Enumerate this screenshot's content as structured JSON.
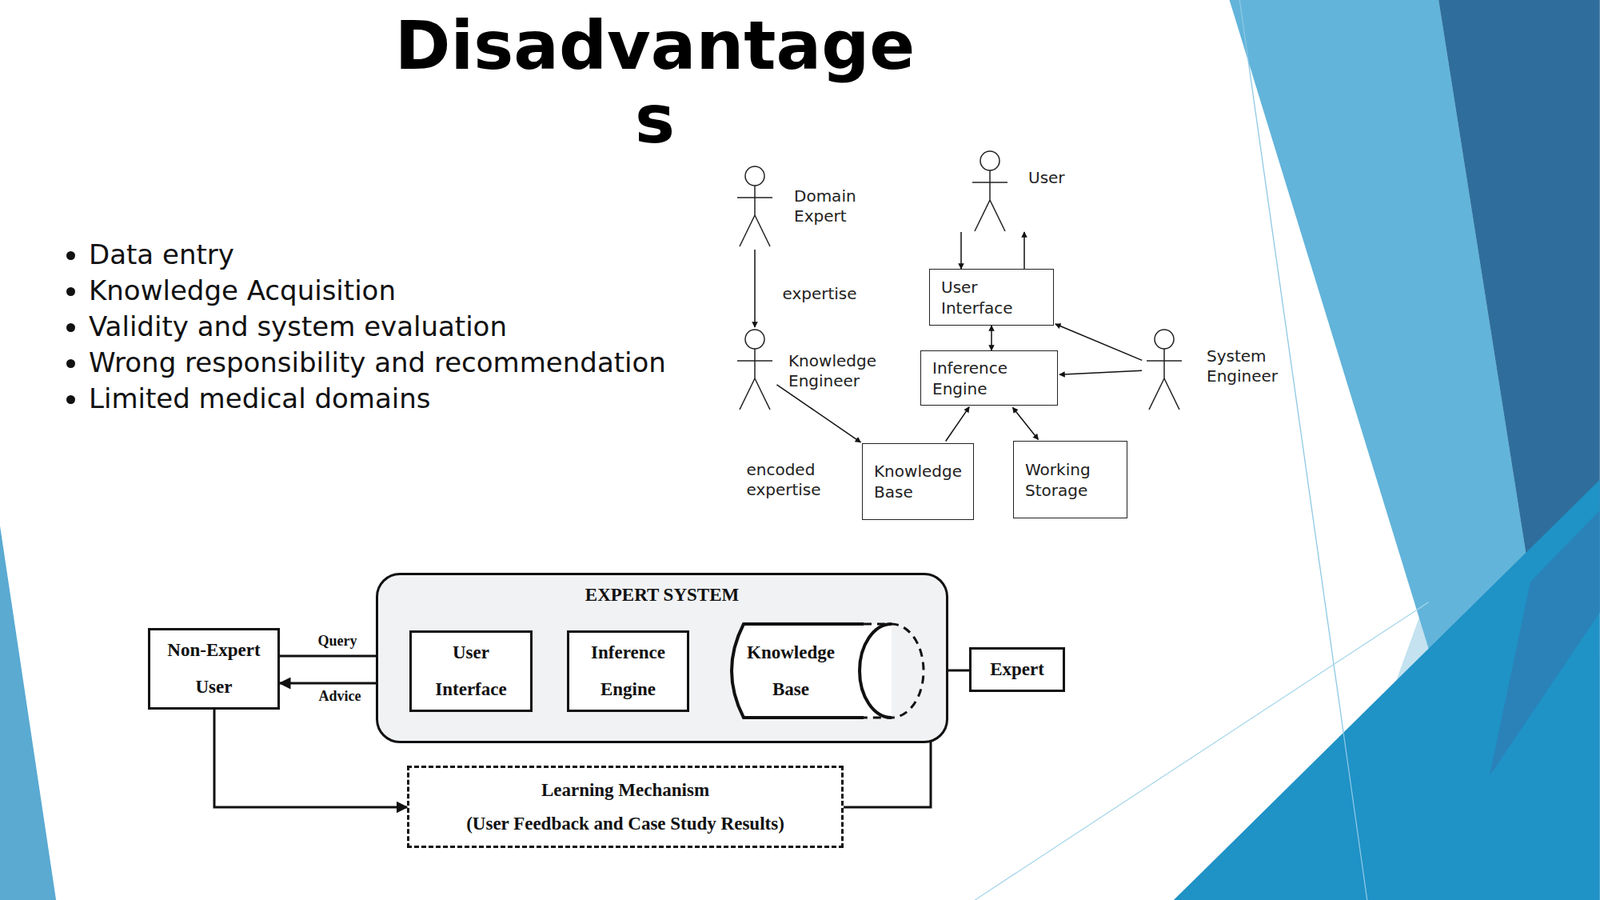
{
  "diagram": {
    "title": "Disadvantages",
    "nodes": [
      {
        "text": [
          "Domain Expert"
        ]
      },
      {
        "text": [
          "User"
        ]
      },
      {
        "text": [
          "User Interface"
        ]
      },
      {
        "text": [
          "Inference Engine"
        ]
      },
      {
        "text": [
          "Knowledge Engineer"
        ]
      },
      {
        "text": [
          "System Engineer"
        ]
      },
      {
        "text": [
          "Knowledge Base"
        ]
      },
      {
        "text": [
          "Working Storage"
        ]
      },
      {
        "text": [
          "Non-Expert User"
        ]
      },
      {
        "text": [
          "EXPERT SYSTEM"
        ]
      },
      {
        "text": [
          "User Interface"
        ],
        "in": 9
      },
      {
        "text": [
          "Inference Engine"
        ],
        "in": 9
      },
      {
        "text": [
          "Knowledge Base"
        ],
        "in": 9
      },
      {
        "text": [
          "Expert"
        ]
      },
      {
        "text": [
          "Learning Mechanism",
          "(User Feedback and Case Study Results)"
        ]
      }
    ],
    "edges": [
      {
        "from": 0,
        "to": 4,
        "label": "expertise",
        "arrow": "to"
      },
      {
        "from": 1,
        "to": 2,
        "arrow": "to"
      },
      {
        "from": 2,
        "to": 1,
        "arrow": "to"
      },
      {
        "from": 2,
        "to": 3,
        "arrow": "both"
      },
      {
        "from": 6,
        "to": 3,
        "arrow": "to"
      },
      {
        "from": 3,
        "to": 7,
        "arrow": "both"
      },
      {
        "from": 5,
        "to": 2,
        "arrow": "to"
      },
      {
        "from": 5,
        "to": 3,
        "arrow": "to"
      },
      {
        "from": 4,
        "to": 6,
        "label": "encoded expertise",
        "arrow": "to"
      },
      {
        "from": 8,
        "to": 10,
        "label": "Query",
        "arrow": "to"
      },
      {
        "from": 10,
        "to": 8,
        "label": "Advice",
        "arrow": "to"
      },
      {
        "from": 10,
        "to": 11,
        "arrow": "to"
      },
      {
        "from": 11,
        "to": 10,
        "arrow": "to"
      },
      {
        "from": 12,
        "to": 11,
        "arrow": "to"
      },
      {
        "from": 13,
        "to": 12,
        "arrow": "to"
      },
      {
        "from": 8,
        "to": 14,
        "arrow": "to"
      },
      {
        "from": 14,
        "to": 12,
        "arrow": "to"
      }
    ],
    "labels": [
      "Data entry",
      "Knowledge Acquisition",
      "Validity and system evaluation",
      "Wrong responsibility and recommendation",
      "Limited medical domains"
    ]
  }
}
